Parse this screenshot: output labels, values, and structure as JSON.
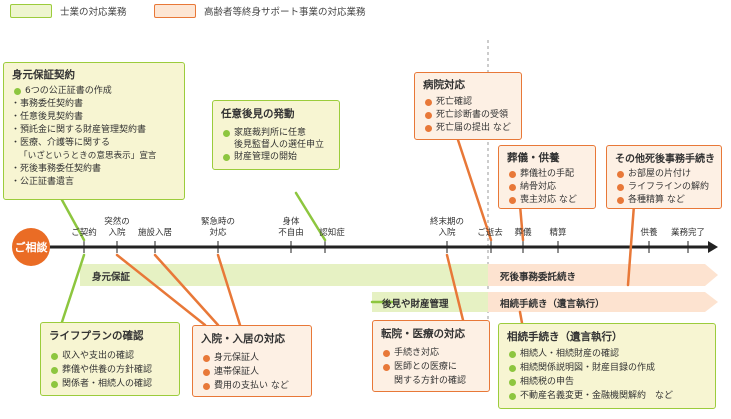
{
  "legend": {
    "shigyo": {
      "label": "士業の対応業務",
      "color": "#8dc63f"
    },
    "support": {
      "label": "高齢者等終身サポート事業の対応業務",
      "color": "#e87838"
    }
  },
  "start_label": "ご相談",
  "ticks": [
    {
      "label": "ご契約"
    },
    {
      "label": "突然の\n入院"
    },
    {
      "label": "施設入居"
    },
    {
      "label": "緊急時の\n対応"
    },
    {
      "label": "身体\n不自由"
    },
    {
      "label": "認知症"
    },
    {
      "label": "終末期の\n入院"
    },
    {
      "label": "ご逝去"
    },
    {
      "label": "葬儀"
    },
    {
      "label": "精算"
    },
    {
      "label": "供養"
    },
    {
      "label": "業務完了"
    }
  ],
  "bands": {
    "mimoto": "身元保証",
    "shigo": "死後事務委託続き",
    "koken": "後見や財産管理",
    "sozoku": "相続手続き（遺言執行）"
  },
  "boxes": {
    "mimoto_keiyaku": {
      "title": "身元保証契約",
      "lead": "6つの公正証書の作成",
      "items": [
        "事務委任契約書",
        "任意後見契約書",
        "預託金に関する財産管理契約書",
        "医療、介護等に関する",
        "「いざというときの意思表示」宣言",
        "死後事務委任契約書",
        "公正証書遺言"
      ]
    },
    "nini_koken": {
      "title": "任意後見の発動",
      "items": [
        "家庭裁判所に任意",
        "後見監督人の選任申立",
        "財産管理の開始"
      ]
    },
    "byoin": {
      "title": "病院対応",
      "items": [
        "死亡確認",
        "死亡診断書の受領",
        "死亡届の提出 など"
      ]
    },
    "sogi": {
      "title": "葬儀・供養",
      "items": [
        "葬儀社の手配",
        "納骨対応",
        "喪主対応 など"
      ]
    },
    "sonota": {
      "title": "その他死後事務手続き",
      "items": [
        "お部屋の片付け",
        "ライフラインの解約",
        "各種精算 など"
      ]
    },
    "lifeplan": {
      "title": "ライフプランの確認",
      "items": [
        "収入や支出の確認",
        "葬儀や供養の方針確認",
        "関係者・相続人の確認"
      ]
    },
    "nyuin": {
      "title": "入院・入居の対応",
      "items": [
        "身元保証人",
        "連帯保証人",
        "費用の支払い など"
      ]
    },
    "tenin": {
      "title": "転院・医療の対応",
      "items": [
        "手続き対応",
        "医師との医療に",
        "関する方針の確認"
      ]
    },
    "sozoku_box": {
      "title": "相続手続き（遺言執行）",
      "items": [
        "相続人・相続財産の確認",
        "相続関係説明図・財産目録の作成",
        "相続税の申告",
        "不動産名義変更・金融機関解約　など"
      ]
    }
  }
}
